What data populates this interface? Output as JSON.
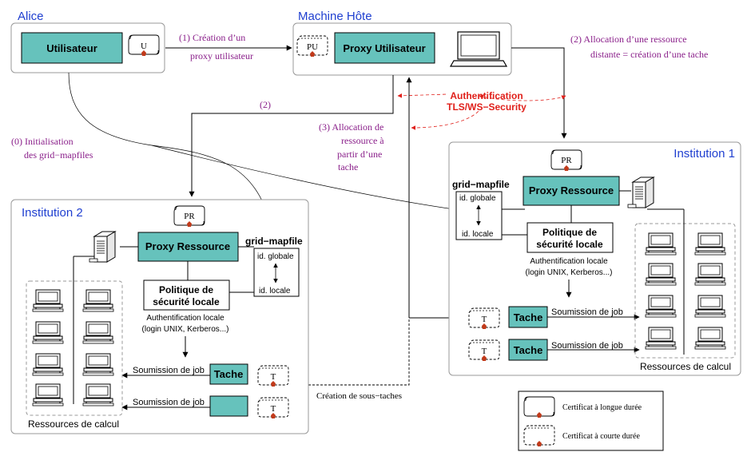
{
  "alice": {
    "title": "Alice",
    "user_label": "Utilisateur",
    "cert_letter": "U"
  },
  "host": {
    "title": "Machine Hôte",
    "proxy_label": "Proxy Utilisateur",
    "cert_letter": "PU"
  },
  "arrows": {
    "step1_line1": "(1) Création d’un",
    "step1_line2": "proxy utilisateur",
    "step2_right_line1": "(2) Allocation d’une ressource",
    "step2_right_line2": "distante = création d’une tache",
    "step2_left": "(2)",
    "step0_line1": "(0) Initialisation",
    "step0_line2": "des grid−mapfiles",
    "auth_line1": "Authentification",
    "auth_line2": "TLS/WS−Security",
    "step3_line1": "(3) Allocation de",
    "step3_line2": "ressource à",
    "step3_line3": "partir d’une",
    "step3_line4": "tache",
    "subtasks": "Création de sous−taches"
  },
  "inst1": {
    "title": "Institution 1",
    "cert_pr": "PR",
    "proxy_label": "Proxy Ressource",
    "gridmap_title": "grid−mapfile",
    "id_global": "id. globale",
    "id_local": "id. locale",
    "policy_line1": "Politique de",
    "policy_line2": "sécurité locale",
    "auth_line1": "Authentification locale",
    "auth_line2": "(login UNIX, Kerberos...)",
    "cert_t": "T",
    "task_label": "Tache",
    "job_submit": "Soumission de job",
    "resources_label": "Ressources de calcul"
  },
  "inst2": {
    "title": "Institution 2",
    "cert_pr": "PR",
    "proxy_label": "Proxy Ressource",
    "gridmap_title": "grid−mapfile",
    "id_global": "id. globale",
    "id_local": "id. locale",
    "policy_line1": "Politique de",
    "policy_line2": "sécurité locale",
    "auth_line1": "Authentification locale",
    "auth_line2": "(login UNIX, Kerberos...)",
    "cert_t": "T",
    "task_label": "Tache",
    "job_submit": "Soumission de job",
    "resources_label": "Ressources de calcul"
  },
  "legend": {
    "long_cert": "Certificat à longue durée",
    "short_cert": "Certificat à courte durée"
  },
  "colors": {
    "box_fill": "#66c2bc",
    "purple": "#8a1f8a",
    "blue": "#1f3fd0",
    "red": "#e0201b",
    "seal": "#c23a1a"
  }
}
